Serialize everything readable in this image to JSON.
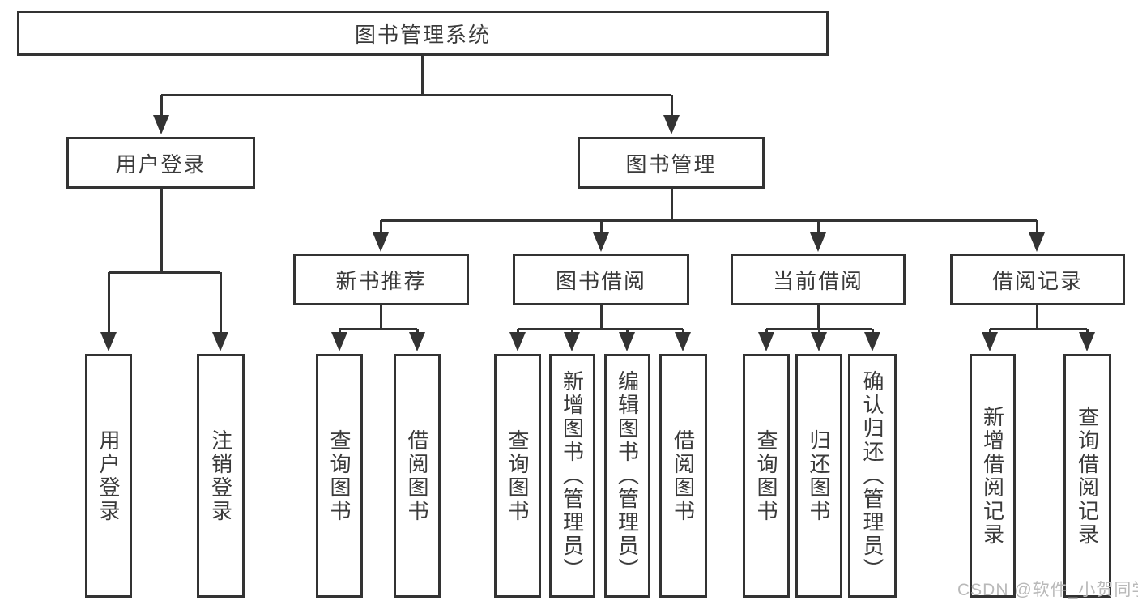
{
  "watermark": "CSDN @软件_小贺同学",
  "colors": {
    "line": "#333333",
    "text": "#3a3a3a",
    "background": "#ffffff",
    "watermark": "#b9b9b9"
  },
  "nodes": [
    {
      "id": "root",
      "label": "图书管理系统"
    },
    {
      "id": "user-login-group",
      "label": "用户登录"
    },
    {
      "id": "book-mgmt",
      "label": "图书管理"
    },
    {
      "id": "new-book-recommend",
      "label": "新书推荐"
    },
    {
      "id": "book-borrow",
      "label": "图书借阅"
    },
    {
      "id": "current-borrow",
      "label": "当前借阅"
    },
    {
      "id": "borrow-records",
      "label": "借阅记录"
    },
    {
      "id": "user-login",
      "label": "用户登录"
    },
    {
      "id": "logout-login",
      "label": "注销登录"
    },
    {
      "id": "nb-query-book",
      "label": "查询图书"
    },
    {
      "id": "nb-borrow-book",
      "label": "借阅图书"
    },
    {
      "id": "bb-query-book",
      "label": "查询图书"
    },
    {
      "id": "bb-add-book",
      "label": "新增图书（管理员）"
    },
    {
      "id": "bb-edit-book",
      "label": "编辑图书（管理员）"
    },
    {
      "id": "bb-borrow-book",
      "label": "借阅图书"
    },
    {
      "id": "cb-query-book",
      "label": "查询图书"
    },
    {
      "id": "cb-return-book",
      "label": "归还图书"
    },
    {
      "id": "cb-confirm-return",
      "label": "确认归还（管理员）"
    },
    {
      "id": "rc-add-record",
      "label": "新增借阅记录"
    },
    {
      "id": "rc-query-record",
      "label": "查询借阅记录"
    }
  ]
}
